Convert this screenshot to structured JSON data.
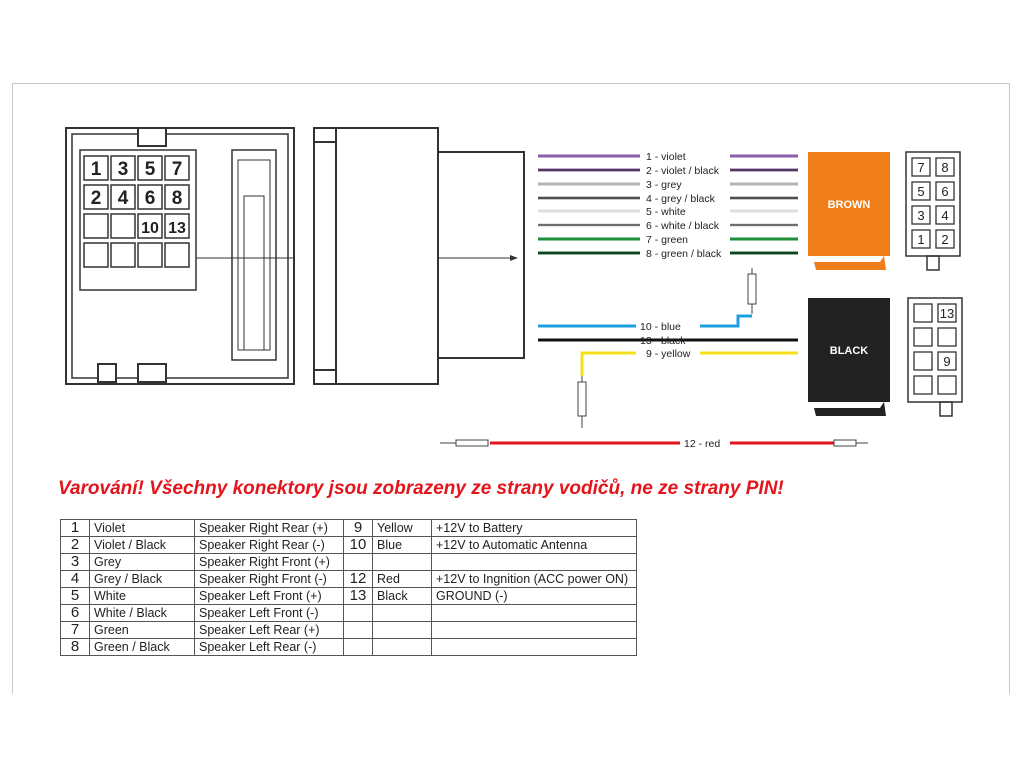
{
  "left_connector": {
    "pin_labels": [
      "1",
      "3",
      "5",
      "7",
      "2",
      "4",
      "6",
      "8",
      "10",
      "13"
    ]
  },
  "wires": [
    {
      "label": "1 - violet",
      "color": "#8b5ea8",
      "stripe": null
    },
    {
      "label": "2 - violet / black",
      "color": "#8b5ea8",
      "stripe": "#111111"
    },
    {
      "label": "3 - grey",
      "color": "#b5b5b5",
      "stripe": null
    },
    {
      "label": "4 - grey / black",
      "color": "#8f8f8f",
      "stripe": "#111111"
    },
    {
      "label": "5 - white",
      "color": "#dddddd",
      "stripe": null
    },
    {
      "label": "6 - white / black",
      "color": "#cccccc",
      "stripe": "#111111"
    },
    {
      "label": "7 - green",
      "color": "#1f8f3a",
      "stripe": null
    },
    {
      "label": "8 - green / black",
      "color": "#176b2c",
      "stripe": "#111111"
    },
    {
      "label": "10 - blue",
      "color": "#1b9fe0",
      "stripe": null
    },
    {
      "label": "13 - black",
      "color": "#111111",
      "stripe": null
    },
    {
      "label": "9 - yellow",
      "color": "#f5e11a",
      "stripe": null
    },
    {
      "label": "12 - red",
      "color": "#e3141b",
      "stripe": null
    }
  ],
  "brown_connector": {
    "label": "BROWN",
    "color": "#ef7d1a",
    "pin_labels": [
      "7",
      "8",
      "5",
      "6",
      "3",
      "4",
      "1",
      "2"
    ]
  },
  "black_connector": {
    "label": "BLACK",
    "color": "#222222",
    "pin_labels": [
      "",
      "13",
      "",
      "",
      "",
      "9",
      "",
      ""
    ]
  },
  "warning": "Varování! Všechny konektory jsou zobrazeny ze strany vodičů, ne ze strany PIN!",
  "pin_table": {
    "rows": [
      [
        "1",
        "Violet",
        "Speaker Right Rear (+)",
        "9",
        "Yellow",
        "+12V to Battery"
      ],
      [
        "2",
        "Violet / Black",
        "Speaker Right Rear (-)",
        "10",
        "Blue",
        "+12V to Automatic Antenna"
      ],
      [
        "3",
        "Grey",
        "Speaker Right Front (+)",
        "",
        "",
        ""
      ],
      [
        "4",
        "Grey / Black",
        "Speaker Right Front (-)",
        "12",
        "Red",
        "+12V to Ingnition (ACC power ON)"
      ],
      [
        "5",
        "White",
        "Speaker Left Front (+)",
        "13",
        "Black",
        "GROUND (-)"
      ],
      [
        "6",
        "White / Black",
        "Speaker Left Front (-)",
        "",
        "",
        ""
      ],
      [
        "7",
        "Green",
        "Speaker Left Rear (+)",
        "",
        "",
        ""
      ],
      [
        "8",
        "Green / Black",
        "Speaker Left Rear (-)",
        "",
        "",
        ""
      ]
    ]
  }
}
